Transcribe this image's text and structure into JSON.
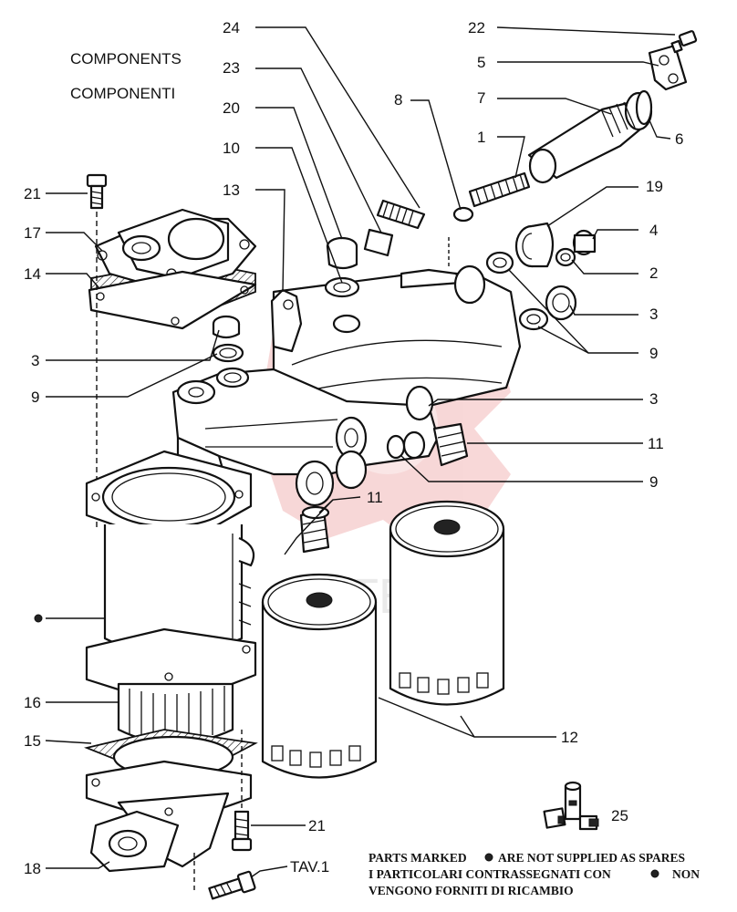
{
  "titles": {
    "en": "COMPONENTS",
    "it": "COMPONENTI"
  },
  "labels": {
    "l24": "24",
    "l23": "23",
    "l20": "20",
    "l10": "10",
    "l13": "13",
    "l8": "8",
    "l22": "22",
    "l5": "5",
    "l7": "7",
    "l1": "1",
    "l6": "6",
    "l19": "19",
    "l4": "4",
    "l2": "2",
    "l3a": "3",
    "l9a": "9",
    "l3b": "3",
    "l11a": "11",
    "l9b": "9",
    "l11b": "11",
    "l21a": "21",
    "l17": "17",
    "l14": "14",
    "l3c": "3",
    "l9c": "9",
    "l16": "16",
    "l15": "15",
    "l12": "12",
    "l25": "25",
    "l21b": "21",
    "l18": "18",
    "tav": "TAV.1"
  },
  "notes": {
    "line1_a": "PARTS MARKED",
    "line1_b": "ARE NOT SUPPLIED AS SPARES",
    "line2_a": "I PARTICOLARI CONTRASSEGNATI CON",
    "line2_b": "NON",
    "line3": "VENGONO FORNITI DI RICAMBIO"
  },
  "watermark": "MATEX"
}
